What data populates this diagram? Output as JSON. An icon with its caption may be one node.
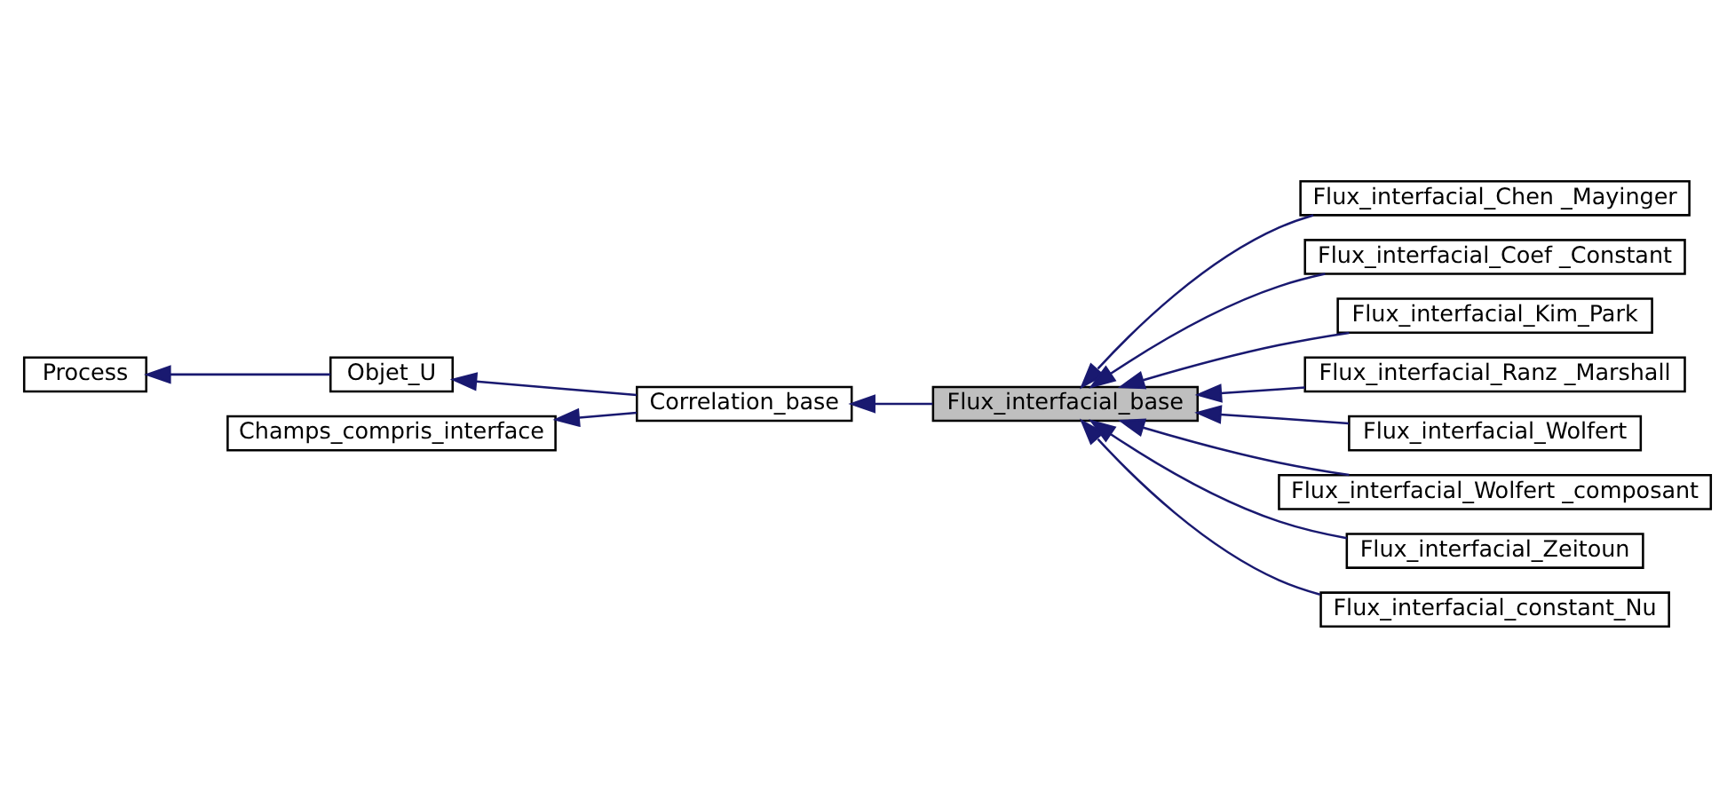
{
  "diagram": {
    "nodes": [
      {
        "text": [
          "Process"
        ]
      },
      {
        "text": [
          "Objet_U"
        ]
      },
      {
        "text": [
          "Champs_compris_interface"
        ]
      },
      {
        "text": [
          "Correlation_base"
        ]
      },
      {
        "text": [
          "Flux_interfacial_base"
        ]
      },
      {
        "text": [
          "Flux_interfacial_Chen _Mayinger"
        ]
      },
      {
        "text": [
          "Flux_interfacial_Coef _Constant"
        ]
      },
      {
        "text": [
          "Flux_interfacial_Kim_Park"
        ]
      },
      {
        "text": [
          "Flux_interfacial_Ranz _Marshall"
        ]
      },
      {
        "text": [
          "Flux_interfacial_Wolfert"
        ]
      },
      {
        "text": [
          "Flux_interfacial_Wolfert _composant"
        ]
      },
      {
        "text": [
          "Flux_interfacial_Zeitoun"
        ]
      },
      {
        "text": [
          "Flux_interfacial_constant_Nu"
        ]
      }
    ],
    "edges": [
      {
        "from": 1,
        "to": 0,
        "arrow": "to"
      },
      {
        "from": 3,
        "to": 1,
        "arrow": "to"
      },
      {
        "from": 3,
        "to": 2,
        "arrow": "to"
      },
      {
        "from": 4,
        "to": 3,
        "arrow": "to"
      },
      {
        "from": 5,
        "to": 4,
        "arrow": "to"
      },
      {
        "from": 6,
        "to": 4,
        "arrow": "to"
      },
      {
        "from": 7,
        "to": 4,
        "arrow": "to"
      },
      {
        "from": 8,
        "to": 4,
        "arrow": "to"
      },
      {
        "from": 9,
        "to": 4,
        "arrow": "to"
      },
      {
        "from": 10,
        "to": 4,
        "arrow": "to"
      },
      {
        "from": 11,
        "to": 4,
        "arrow": "to"
      },
      {
        "from": 12,
        "to": 4,
        "arrow": "to"
      }
    ]
  }
}
